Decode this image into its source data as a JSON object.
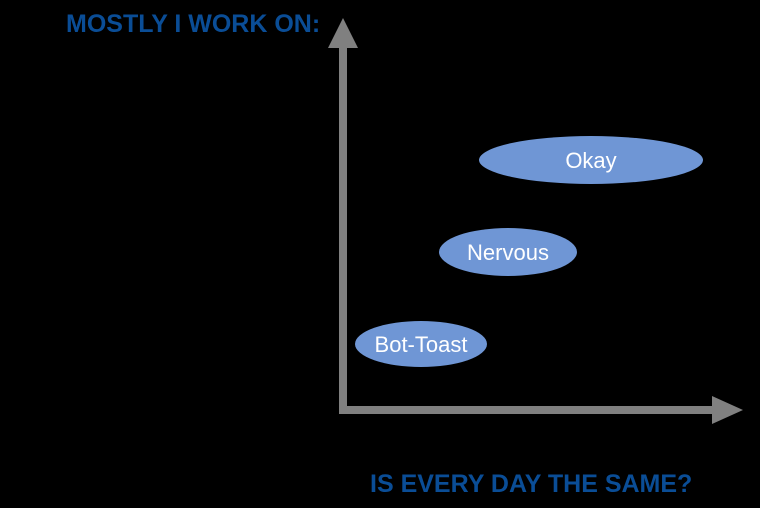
{
  "axes": {
    "y_title": "MOSTLY I WORK ON:",
    "x_title": "IS EVERY DAY THE SAME?"
  },
  "nodes": [
    {
      "label": "Okay"
    },
    {
      "label": "Nervous"
    },
    {
      "label": "Bot-Toast"
    }
  ],
  "colors": {
    "background": "#000000",
    "axis": "#808080",
    "title": "#0a4d96",
    "node_fill": "#6f96d5",
    "node_text": "#ffffff"
  }
}
